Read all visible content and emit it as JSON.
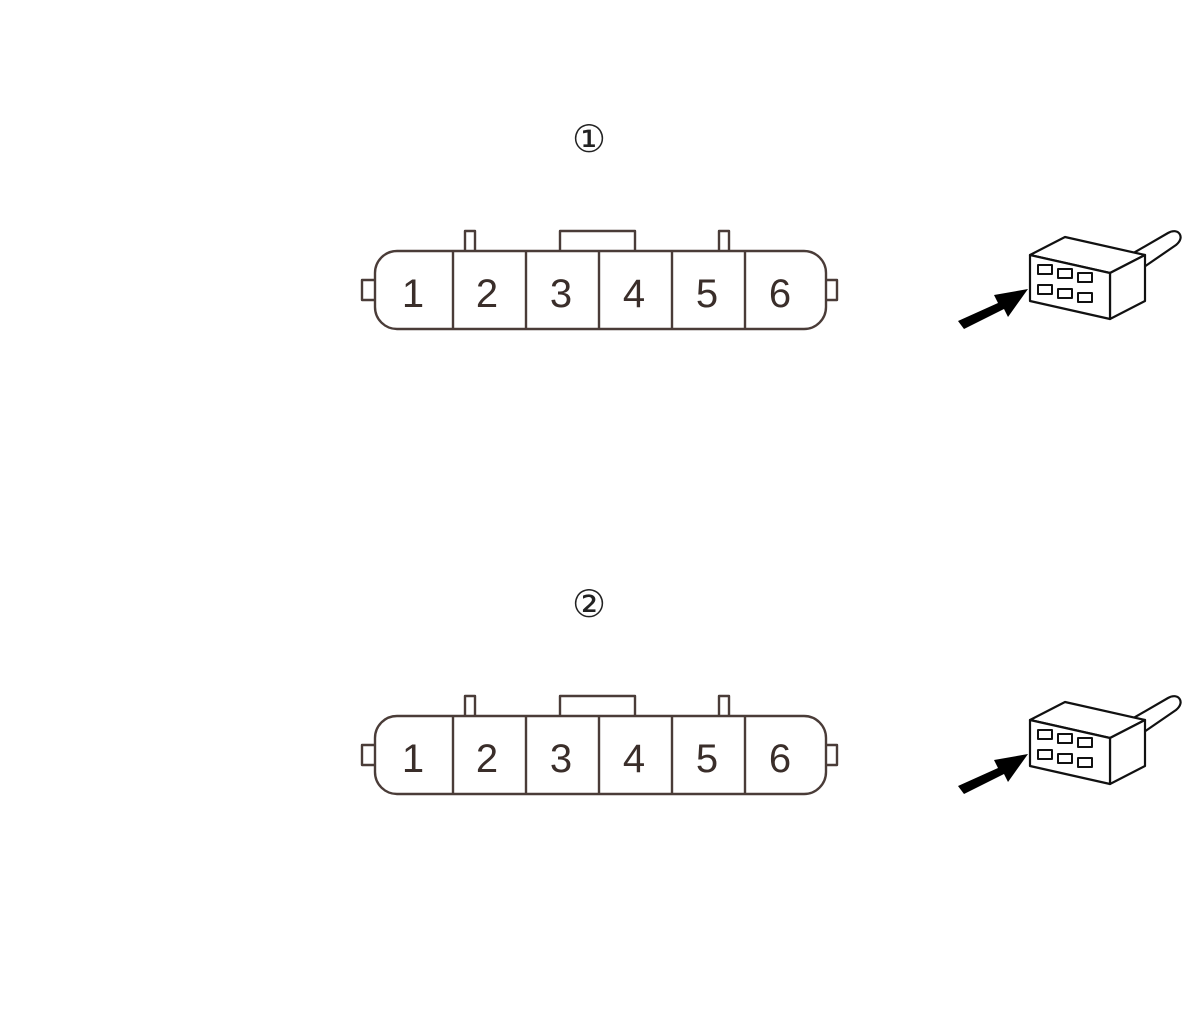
{
  "connectors": [
    {
      "callout": "①",
      "pins": [
        "1",
        "2",
        "3",
        "4",
        "5",
        "6"
      ]
    },
    {
      "callout": "②",
      "pins": [
        "1",
        "2",
        "3",
        "4",
        "5",
        "6"
      ]
    }
  ],
  "colors": {
    "outline": "#4a3c38",
    "pin_text": "#3a2e2a",
    "background": "#ffffff"
  },
  "icons": {
    "connector_view_arrow": "arrow-right-icon",
    "harness_connector": "connector-3d-icon"
  }
}
